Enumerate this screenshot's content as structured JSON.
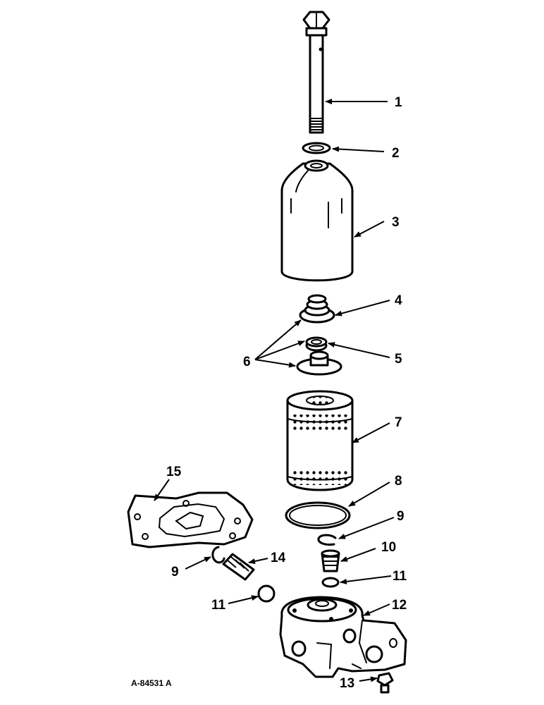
{
  "drawing_code": "A-84531 A",
  "callouts": [
    "1",
    "2",
    "3",
    "4",
    "5",
    "6",
    "7",
    "8",
    "9",
    "10",
    "11",
    "12",
    "13",
    "14",
    "15"
  ],
  "colors": {
    "ink": "#000000",
    "paper": "#ffffff"
  }
}
